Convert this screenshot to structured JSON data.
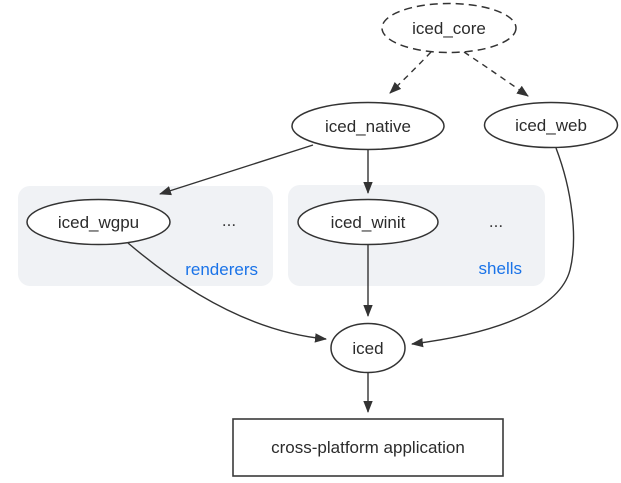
{
  "nodes": {
    "core": {
      "label": "iced_core"
    },
    "native": {
      "label": "iced_native"
    },
    "web": {
      "label": "iced_web"
    },
    "wgpu": {
      "label": "iced_wgpu"
    },
    "winit": {
      "label": "iced_winit"
    },
    "iced": {
      "label": "iced"
    },
    "app": {
      "label": "cross-platform application"
    }
  },
  "groups": {
    "renderers": {
      "label": "renderers",
      "more": "..."
    },
    "shells": {
      "label": "shells",
      "more": "..."
    }
  },
  "colors": {
    "edge": "#333333",
    "node_border": "#333333",
    "node_text": "#2b2b2b",
    "group_fill": "#f0f2f5",
    "group_label_blue": "#1a73e8",
    "background": "#ffffff"
  }
}
